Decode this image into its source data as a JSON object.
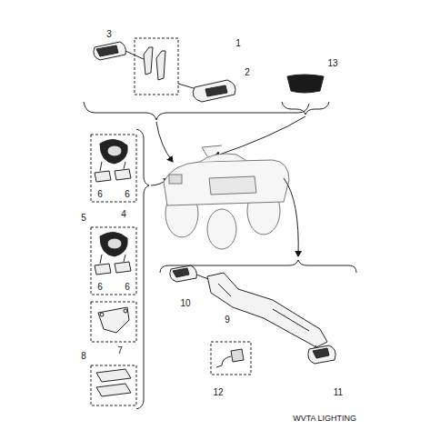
{
  "diagram": {
    "caption": "WVTA LIGHTING",
    "labels": [
      "3",
      "1",
      "2",
      "13",
      "6",
      "6",
      "4",
      "5",
      "6",
      "6",
      "7",
      "8",
      "10",
      "9",
      "12",
      "11"
    ]
  }
}
